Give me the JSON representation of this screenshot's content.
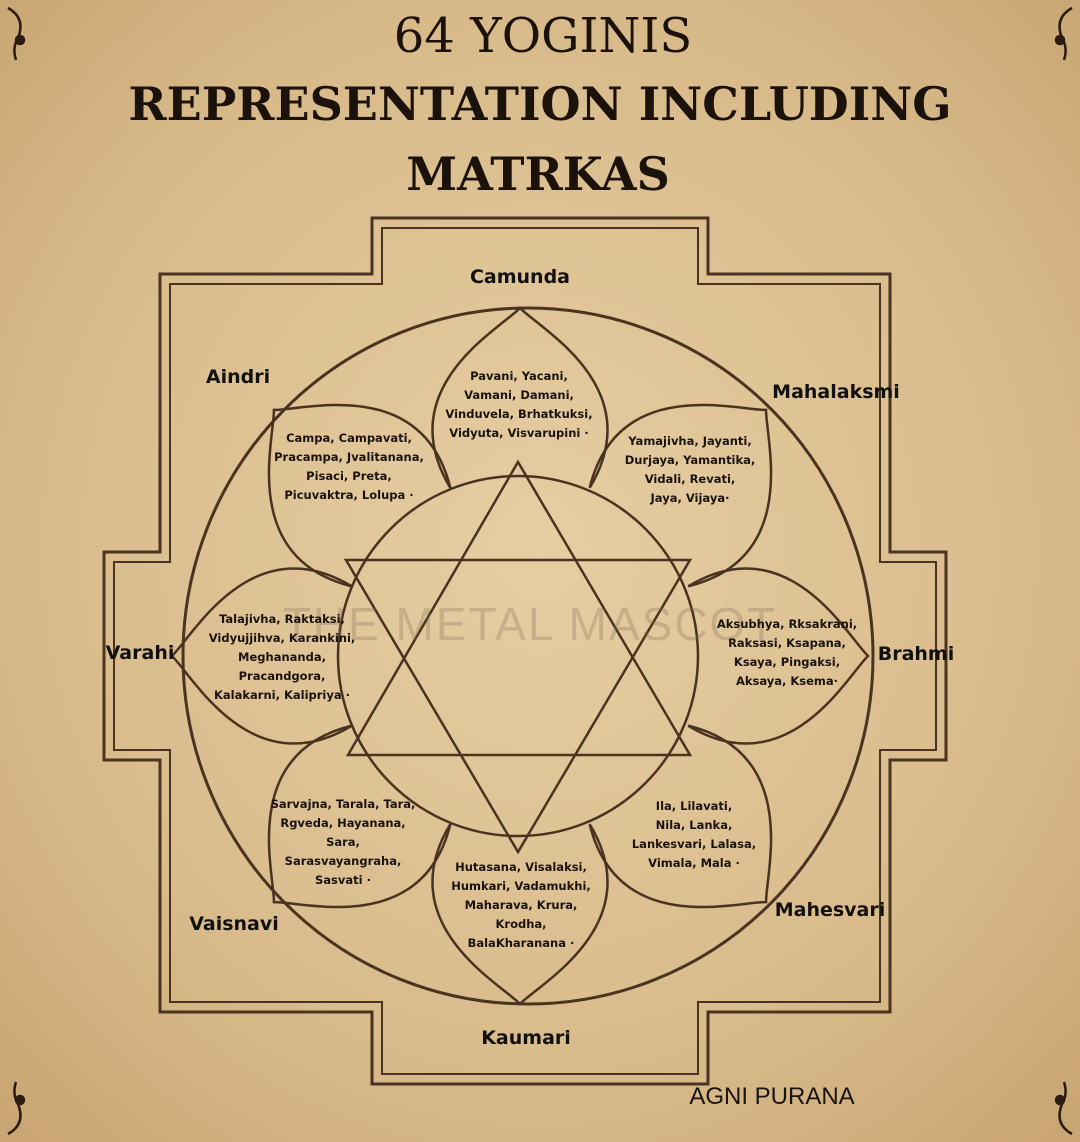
{
  "title": {
    "line1": "64 YOGINIS",
    "line2": "REPRESENTATION INCLUDING",
    "line3": "MATRKAS"
  },
  "watermark": "THE METAL MASCOT",
  "source": "AGNI PURANA",
  "matrkas": {
    "top": "Camunda",
    "top_right": "Mahalaksmi",
    "right": "Brahmi",
    "bottom_right": "Mahesvari",
    "bottom": "Kaumari",
    "bottom_left": "Vaisnavi",
    "left": "Varahi",
    "top_left": "Aindri"
  },
  "yoginis": {
    "top": [
      "Pavani, Yacani,",
      "Vamani, Damani,",
      "Vinduvela, Brhatkuksi,",
      "Vidyuta, Visvarupini ·"
    ],
    "top_right": [
      "Yamajivha, Jayanti,",
      "Durjaya, Yamantika,",
      "Vidali, Revati,",
      "Jaya, Vijaya·"
    ],
    "right": [
      "Aksubhya, Rksakrani,",
      "Raksasi, Ksapana,",
      "Ksaya, Pingaksi,",
      "Aksaya, Ksema·"
    ],
    "bottom_right": [
      "Ila, Lilavati,",
      "Nila, Lanka,",
      "Lankesvari, Lalasa,",
      "Vimala, Mala ·"
    ],
    "bottom": [
      "Hutasana, Visalaksi,",
      "Humkari, Vadamukhi,",
      "Maharava, Krura,",
      "Krodha,",
      "BalaKharanana ·"
    ],
    "bottom_left": [
      "Sarvajna, Tarala, Tara,",
      "Rgveda, Hayanana,",
      "Sara,",
      "Sarasvayangraha,",
      "Sasvati ·"
    ],
    "left": [
      "Talajivha, Raktaksi,",
      "Vidyujjihva, Karankini,",
      "Meghananda,",
      "Pracandgora,",
      "Kalakarni, Kalipriya ·"
    ],
    "top_left": [
      "Campa, Campavati,",
      "Pracampa, Jvalitanana,",
      "Pisaci, Preta,",
      "Picuvaktra, Lolupa ·"
    ]
  }
}
